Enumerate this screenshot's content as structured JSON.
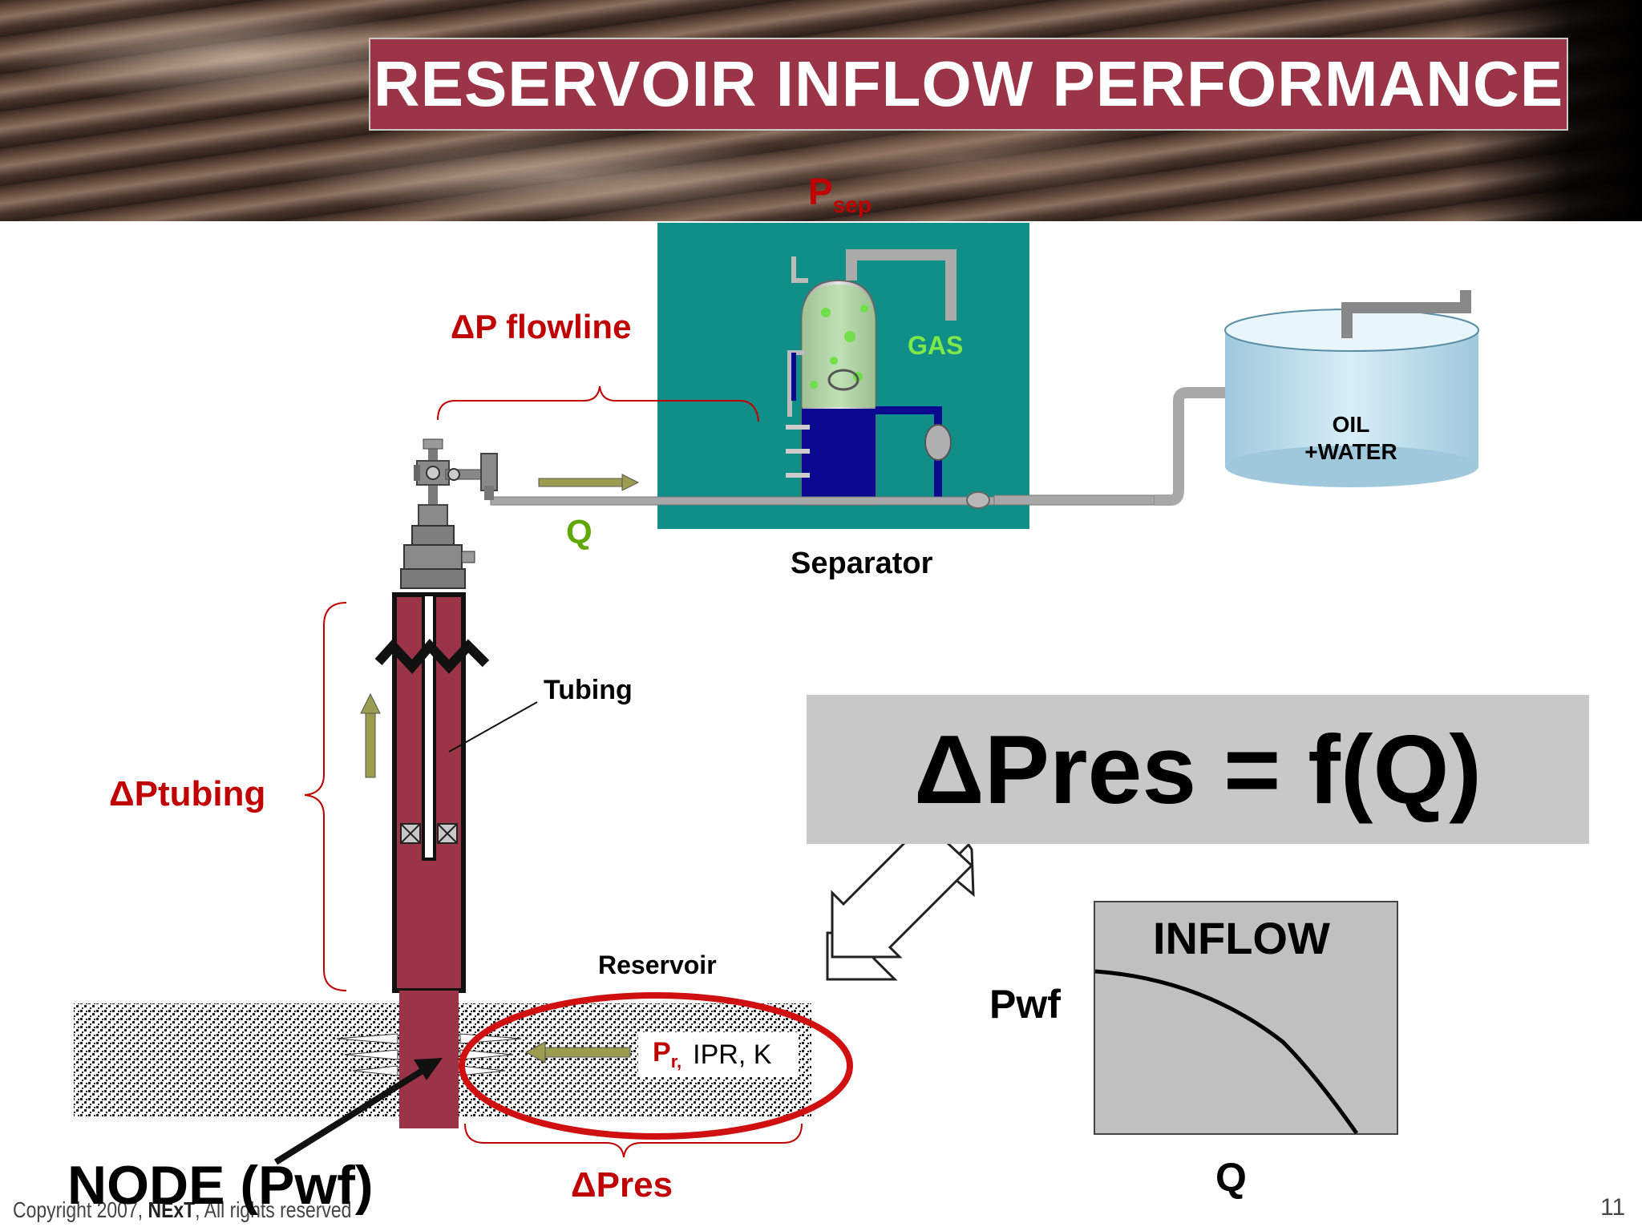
{
  "title": "RESERVOIR INFLOW PERFORMANCE",
  "labels": {
    "psep_main": "P",
    "psep_sub": "sep",
    "dp_flowline": "ΔP flowline",
    "q_flow": "Q",
    "separator": "Separator",
    "gas": "GAS",
    "oil_line1": "OIL",
    "oil_line2": "+WATER",
    "tubing": "Tubing",
    "dp_tubing": "ΔPtubing",
    "reservoir": "Reservoir",
    "pr_main": "P",
    "pr_sub": "r,",
    "pr_rest": "IPR, K",
    "dp_res": "ΔPres",
    "node": "NODE (Pwf)"
  },
  "equation": "ΔPres = f(Q)",
  "inflow_chart": {
    "title": "INFLOW",
    "ylabel": "Pwf",
    "xlabel": "Q"
  },
  "footer": {
    "copyright_prefix": "Copyright 2007, ",
    "copyright_brand": "NExT",
    "copyright_suffix": ", All rights reserved",
    "page_number": "11"
  },
  "colors": {
    "title_bg": "#9b3446",
    "accent_red": "#c00000",
    "separator_bg": "#0f8f87",
    "well_red": "#9b3446",
    "equation_bg": "#c8c8c8"
  }
}
